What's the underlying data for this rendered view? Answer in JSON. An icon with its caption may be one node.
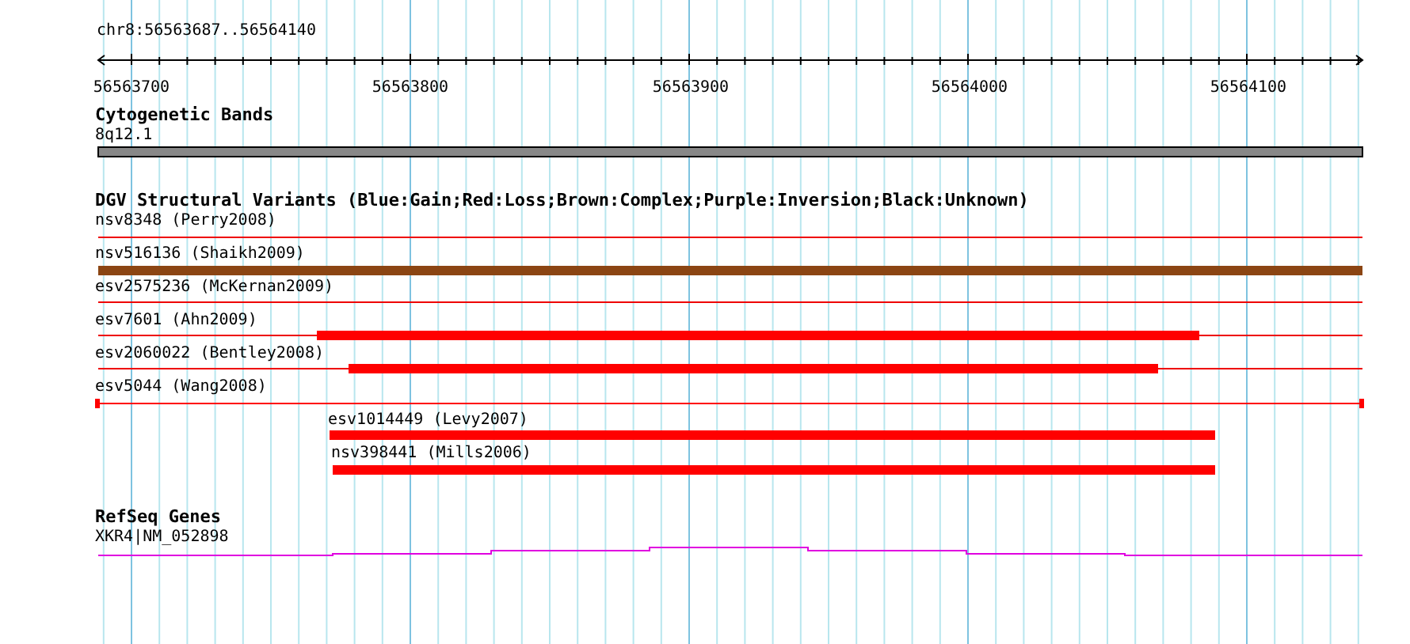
{
  "diagram": {
    "labels": [
      "chr8:56563687..56564140",
      "56563700",
      "56563800",
      "56563900",
      "56564000",
      "56564100",
      "Cytogenetic Bands",
      "8q12.1",
      "DGV Structural Variants (Blue:Gain;Red:Loss;Brown:Complex;Purple:Inversion;Black:Unknown)",
      "nsv8348 (Perry2008)",
      "nsv516136 (Shaikh2009)",
      "esv2575236 (McKernan2009)",
      "esv7601 (Ahn2009)",
      "esv2060022 (Bentley2008)",
      "esv5044 (Wang2008)",
      "esv1014449 (Levy2007)",
      "nsv398441 (Mills2006)",
      "RefSeq Genes",
      "XKR4|NM_052898"
    ]
  }
}
